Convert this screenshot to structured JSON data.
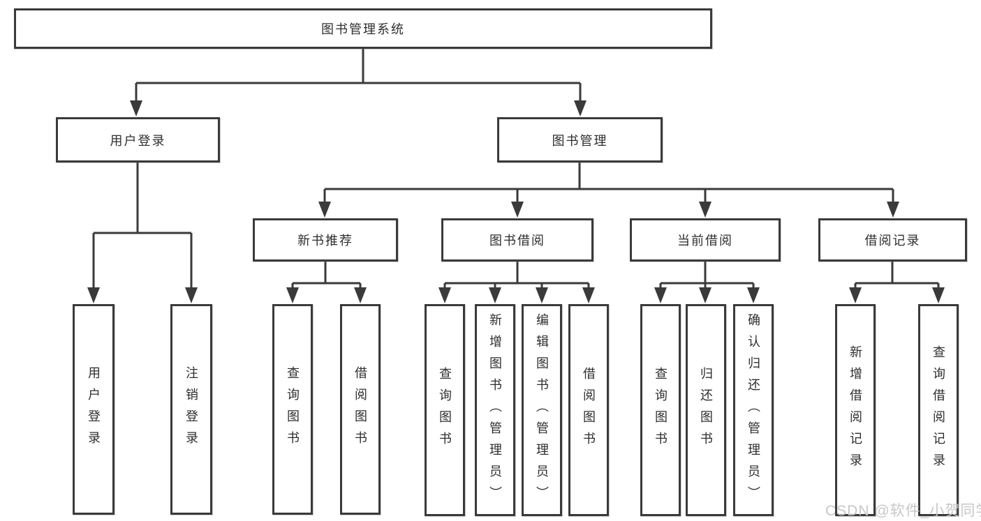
{
  "diagram": {
    "title": "图书管理系统",
    "nodes": {
      "root": "图书管理系统",
      "user_login": "用户登录",
      "book_mgmt": "图书管理",
      "new_book_rec": "新书推荐",
      "book_borrow": "图书借阅",
      "current_borrow": "当前借阅",
      "borrow_records": "借阅记录",
      "leaf_user_login": "用户登录",
      "leaf_logout": "注销登录",
      "leaf_query_book_rec": "查询图书",
      "leaf_borrow_book_rec": "借阅图书",
      "leaf_query_book_borrow": "查询图书",
      "leaf_add_book": "新增图书（管理员）",
      "leaf_edit_book": "编辑图书（管理员）",
      "leaf_borrow_book_borrow": "借阅图书",
      "leaf_query_book_current": "查询图书",
      "leaf_return_book": "归还图书",
      "leaf_confirm_return": "确认归还（管理员）",
      "leaf_add_record": "新增借阅记录",
      "leaf_query_record": "查询借阅记录"
    }
  },
  "watermark": "CSDN @软件_小贺同学",
  "colors": {
    "line": "#3a3a3a",
    "text": "#2e2e2e",
    "box_background": "#ffffff",
    "watermark": "#c7c7c7",
    "page_background": "#ffffff"
  }
}
